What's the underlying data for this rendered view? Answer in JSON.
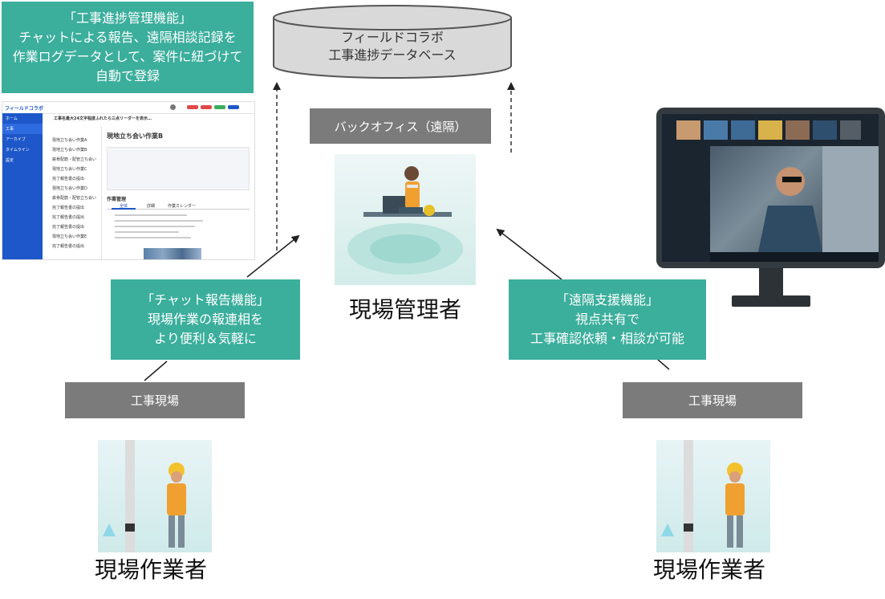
{
  "top_left_box": {
    "line1": "「工事進捗管理機能」",
    "line2": "チャットによる報告、遠隔相談記録を",
    "line3": "作業ログデータとして、案件に紐づけて",
    "line4": "自動で登録"
  },
  "database": {
    "line1": "フィールドコラボ",
    "line2": "工事進捗データベース"
  },
  "backoffice_label": "バックオフィス（遠隔）",
  "manager_label": "現場管理者",
  "chat_box": {
    "line1": "「チャット報告機能」",
    "line2": "現場作業の報連相を",
    "line3": "より便利＆気軽に"
  },
  "remote_box": {
    "line1": "「遠隔支援機能」",
    "line2": "視点共有で",
    "line3": "工事確認依頼・相談が可能"
  },
  "site_label_left": "工事現場",
  "site_label_right": "工事現場",
  "worker_label_left": "現場作業者",
  "worker_label_right": "現場作業者",
  "app_screen": {
    "logo": "フィールドコラボ",
    "nav_home": "ホーム",
    "nav_work": "工事",
    "nav_archive": "アーカイブ",
    "nav_timeline": "タイムライン",
    "nav_settings": "設定",
    "header_title": "工事名最大24文字程度ふれたら三点リーダーを表示…",
    "detail_title": "現地立ち会い作業B",
    "section_title": "作業管理",
    "tab_1": "全体",
    "tab_2": "詳細",
    "tab_3": "作業カレンダー",
    "list_items": [
      "現地立ち会い作業A",
      "現地立ち会い作業B",
      "鉄骨配筋・配管立ち会い",
      "現地立ち会い作業C",
      "完了報告書の提出",
      "現地立ち会い作業D",
      "鉄骨配筋・配管立ち会い",
      "完了報告書の提出",
      "完了報告書の提出",
      "完了報告書の提出",
      "現地立ち会い作業E",
      "完了報告書の提出"
    ]
  },
  "colors": {
    "teal": "#3bae9c",
    "gray_label": "#7b7b7b",
    "app_blue": "#1e57c9",
    "db_fill": "#d9d9d9"
  }
}
